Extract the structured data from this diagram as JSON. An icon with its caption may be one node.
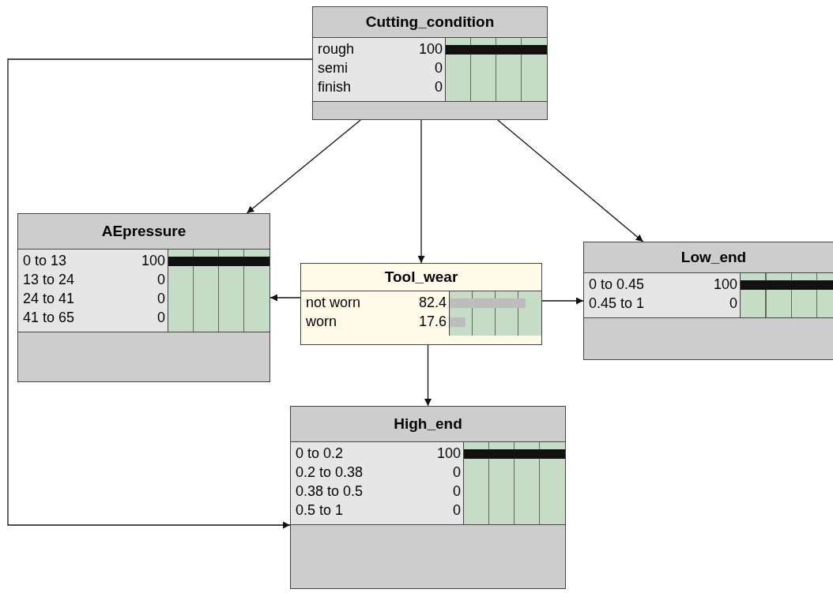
{
  "diagram": {
    "nodes": [
      {
        "text": [
          "Cutting_condition",
          "rough",
          "100",
          "semi",
          "0",
          "finish",
          "0"
        ]
      },
      {
        "text": [
          "AEpressure",
          "0 to 13",
          "100",
          "13 to 24",
          "0",
          "24 to 41",
          "0",
          "41 to 65",
          "0"
        ]
      },
      {
        "text": [
          "Tool_wear",
          "not worn",
          "82.4",
          "worn",
          "17.6"
        ]
      },
      {
        "text": [
          "Low_end",
          "0 to 0.45",
          "100",
          "0.45 to 1",
          "0"
        ]
      },
      {
        "text": [
          "High_end",
          "0 to 0.2",
          "100",
          "0.2 to 0.38",
          "0",
          "0.38 to 0.5",
          "0",
          "0.5 to 1",
          "0"
        ]
      }
    ],
    "edges": [
      {
        "from": 0,
        "to": 1,
        "arrow": "to"
      },
      {
        "from": 0,
        "to": 2,
        "arrow": "to"
      },
      {
        "from": 0,
        "to": 3,
        "arrow": "to"
      },
      {
        "from": 2,
        "to": 1,
        "arrow": "to"
      },
      {
        "from": 2,
        "to": 3,
        "arrow": "to"
      },
      {
        "from": 2,
        "to": 4,
        "arrow": "to"
      },
      {
        "from": 0,
        "to": 4,
        "arrow": "to"
      }
    ]
  }
}
